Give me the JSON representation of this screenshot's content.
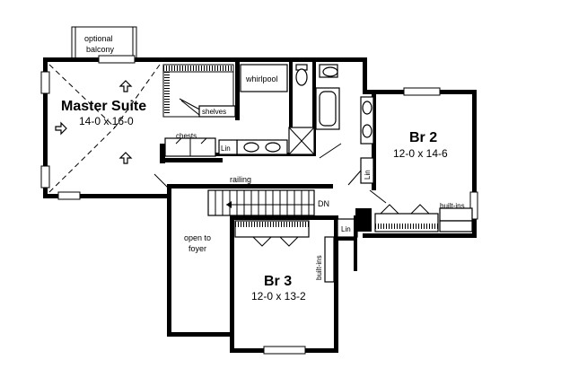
{
  "rooms": {
    "master": {
      "name": "Master Suite",
      "dims": "14-0 x 16-0"
    },
    "br2": {
      "name": "Br 2",
      "dims": "12-0 x 14-6"
    },
    "br3": {
      "name": "Br 3",
      "dims": "12-0 x 13-2"
    }
  },
  "labels": {
    "balcony_line1": "optional",
    "balcony_line2": "balcony",
    "whirlpool": "whirlpool",
    "shelves": "shelves",
    "chests": "chests",
    "lin_master": "Lin",
    "lin_br2": "Lin",
    "lin_hall": "Lin",
    "railing": "railing",
    "dn": "DN",
    "builtins_br2": "built-ins",
    "builtins_br3": "built-ins",
    "open_line1": "open to",
    "open_line2": "foyer"
  }
}
